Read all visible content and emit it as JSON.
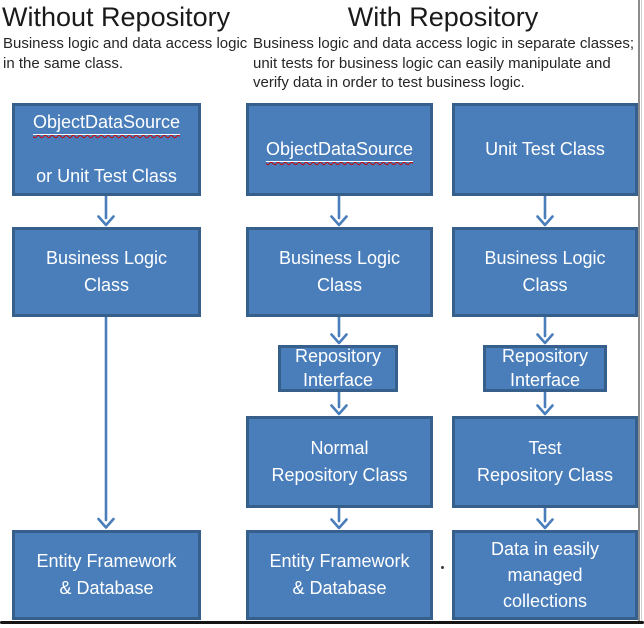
{
  "left_section": {
    "title": "Without Repository",
    "description": "Business logic and data access logic\nin the same class."
  },
  "right_section": {
    "title": "With Repository",
    "description": "Business logic and data access logic in separate classes;\nunit tests for business logic can easily manipulate and\nverify data in order to test business logic."
  },
  "diagram": {
    "without": {
      "source_box": {
        "line1": "ObjectDataSource",
        "line2": "or Unit Test Class"
      },
      "business_box": "Business Logic\nClass",
      "data_box": "Entity Framework\n& Database"
    },
    "with_normal": {
      "source_box": "ObjectDataSource",
      "business_box": "Business Logic\nClass",
      "interface_box": "Repository\nInterface",
      "repository_box": "Normal\nRepository Class",
      "data_box": "Entity Framework\n& Database"
    },
    "with_test": {
      "source_box": "Unit Test Class",
      "business_box": "Business Logic\nClass",
      "interface_box": "Repository\nInterface",
      "repository_box": "Test\nRepository Class",
      "data_box": "Data in easily\nmanaged\ncollections"
    }
  },
  "colors": {
    "box_fill": "#4a7ebb",
    "box_border": "#365f8c",
    "arrow": "#4a7ebb",
    "squiggle": "#cc0000",
    "heading_text": "#1a1a1a",
    "body_text": "#262626",
    "box_text": "#ffffff",
    "frame_right": "#8c8c8c",
    "frame_bottom": "#161616"
  }
}
